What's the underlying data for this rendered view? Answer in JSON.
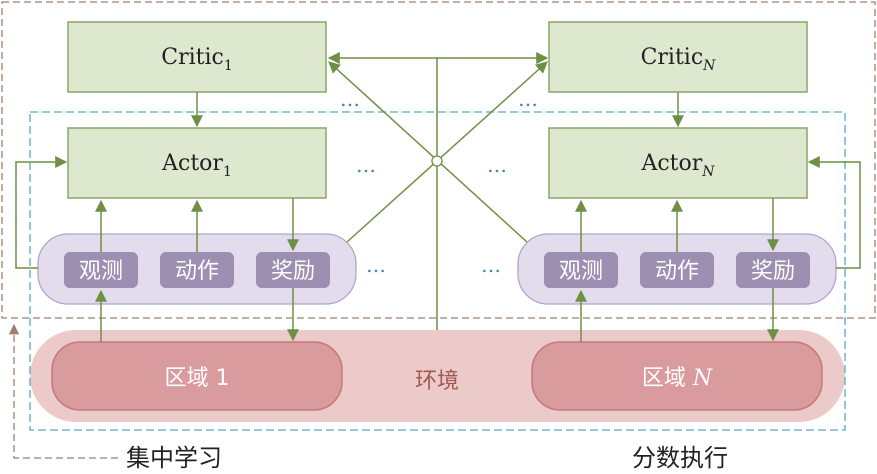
{
  "colors": {
    "box_fill": "#dde8cf",
    "box_stroke": "#8aa565",
    "arrow": "#6f8f45",
    "obs_group_fill": "#e2dcec",
    "obs_group_stroke": "#b2a6c8",
    "obs_tag_fill": "#9c8fb2",
    "env_fill": "#eccaca",
    "region_fill": "#d99b9e",
    "region_stroke": "#c27a7e",
    "centralized_border": "#a17f6a",
    "distributed_border": "#5aa9c0",
    "ellipsis": "#3c8aa6"
  },
  "agent1": {
    "critic": {
      "base": "Critic",
      "sub": "1"
    },
    "actor": {
      "base": "Actor",
      "sub": "1"
    },
    "observe": "观测",
    "action": "动作",
    "reward": "奖励",
    "region": "区域 1"
  },
  "agentN": {
    "critic": {
      "base": "Critic",
      "sub": "N"
    },
    "actor": {
      "base": "Actor",
      "sub": "N"
    },
    "observe": "观测",
    "action": "动作",
    "reward": "奖励",
    "region_base": "区域",
    "region_sub": "N"
  },
  "environment": "环境",
  "ellipsis": "…",
  "legend": {
    "centralized": "集中学习",
    "distributed": "分数执行"
  }
}
